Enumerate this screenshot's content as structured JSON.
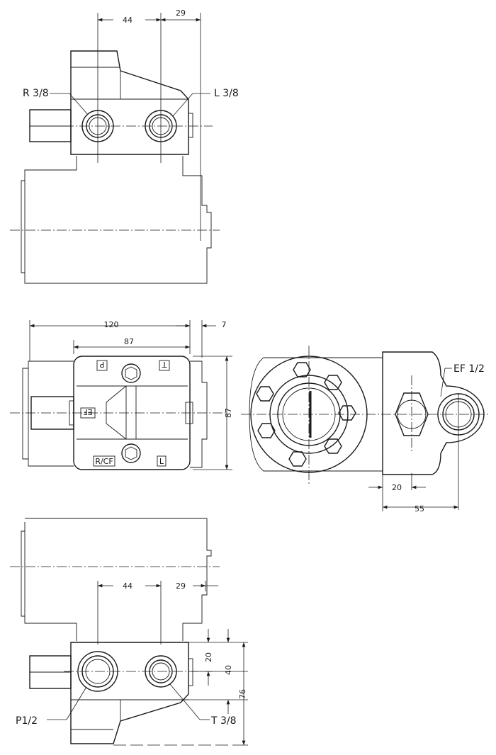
{
  "top_view": {
    "dims": {
      "d44": "44",
      "d29": "29"
    },
    "ports": {
      "r": "R 3/8",
      "l": "L 3/8"
    }
  },
  "front_view": {
    "dims": {
      "d120": "120",
      "d87": "87",
      "d7": "7",
      "dv87": "87"
    },
    "marks": {
      "p": "P",
      "t": "T",
      "ef": "EF",
      "rcf": "R/CF",
      "l": "L"
    }
  },
  "side_view": {
    "dims": {
      "d20": "20",
      "d55": "55"
    },
    "ports": {
      "ef": "EF 1/2"
    }
  },
  "bottom_view": {
    "dims": {
      "d44": "44",
      "d29": "29",
      "d20": "20",
      "d40": "40",
      "d76": "76"
    },
    "ports": {
      "p": "P1/2",
      "t": "T 3/8"
    }
  }
}
